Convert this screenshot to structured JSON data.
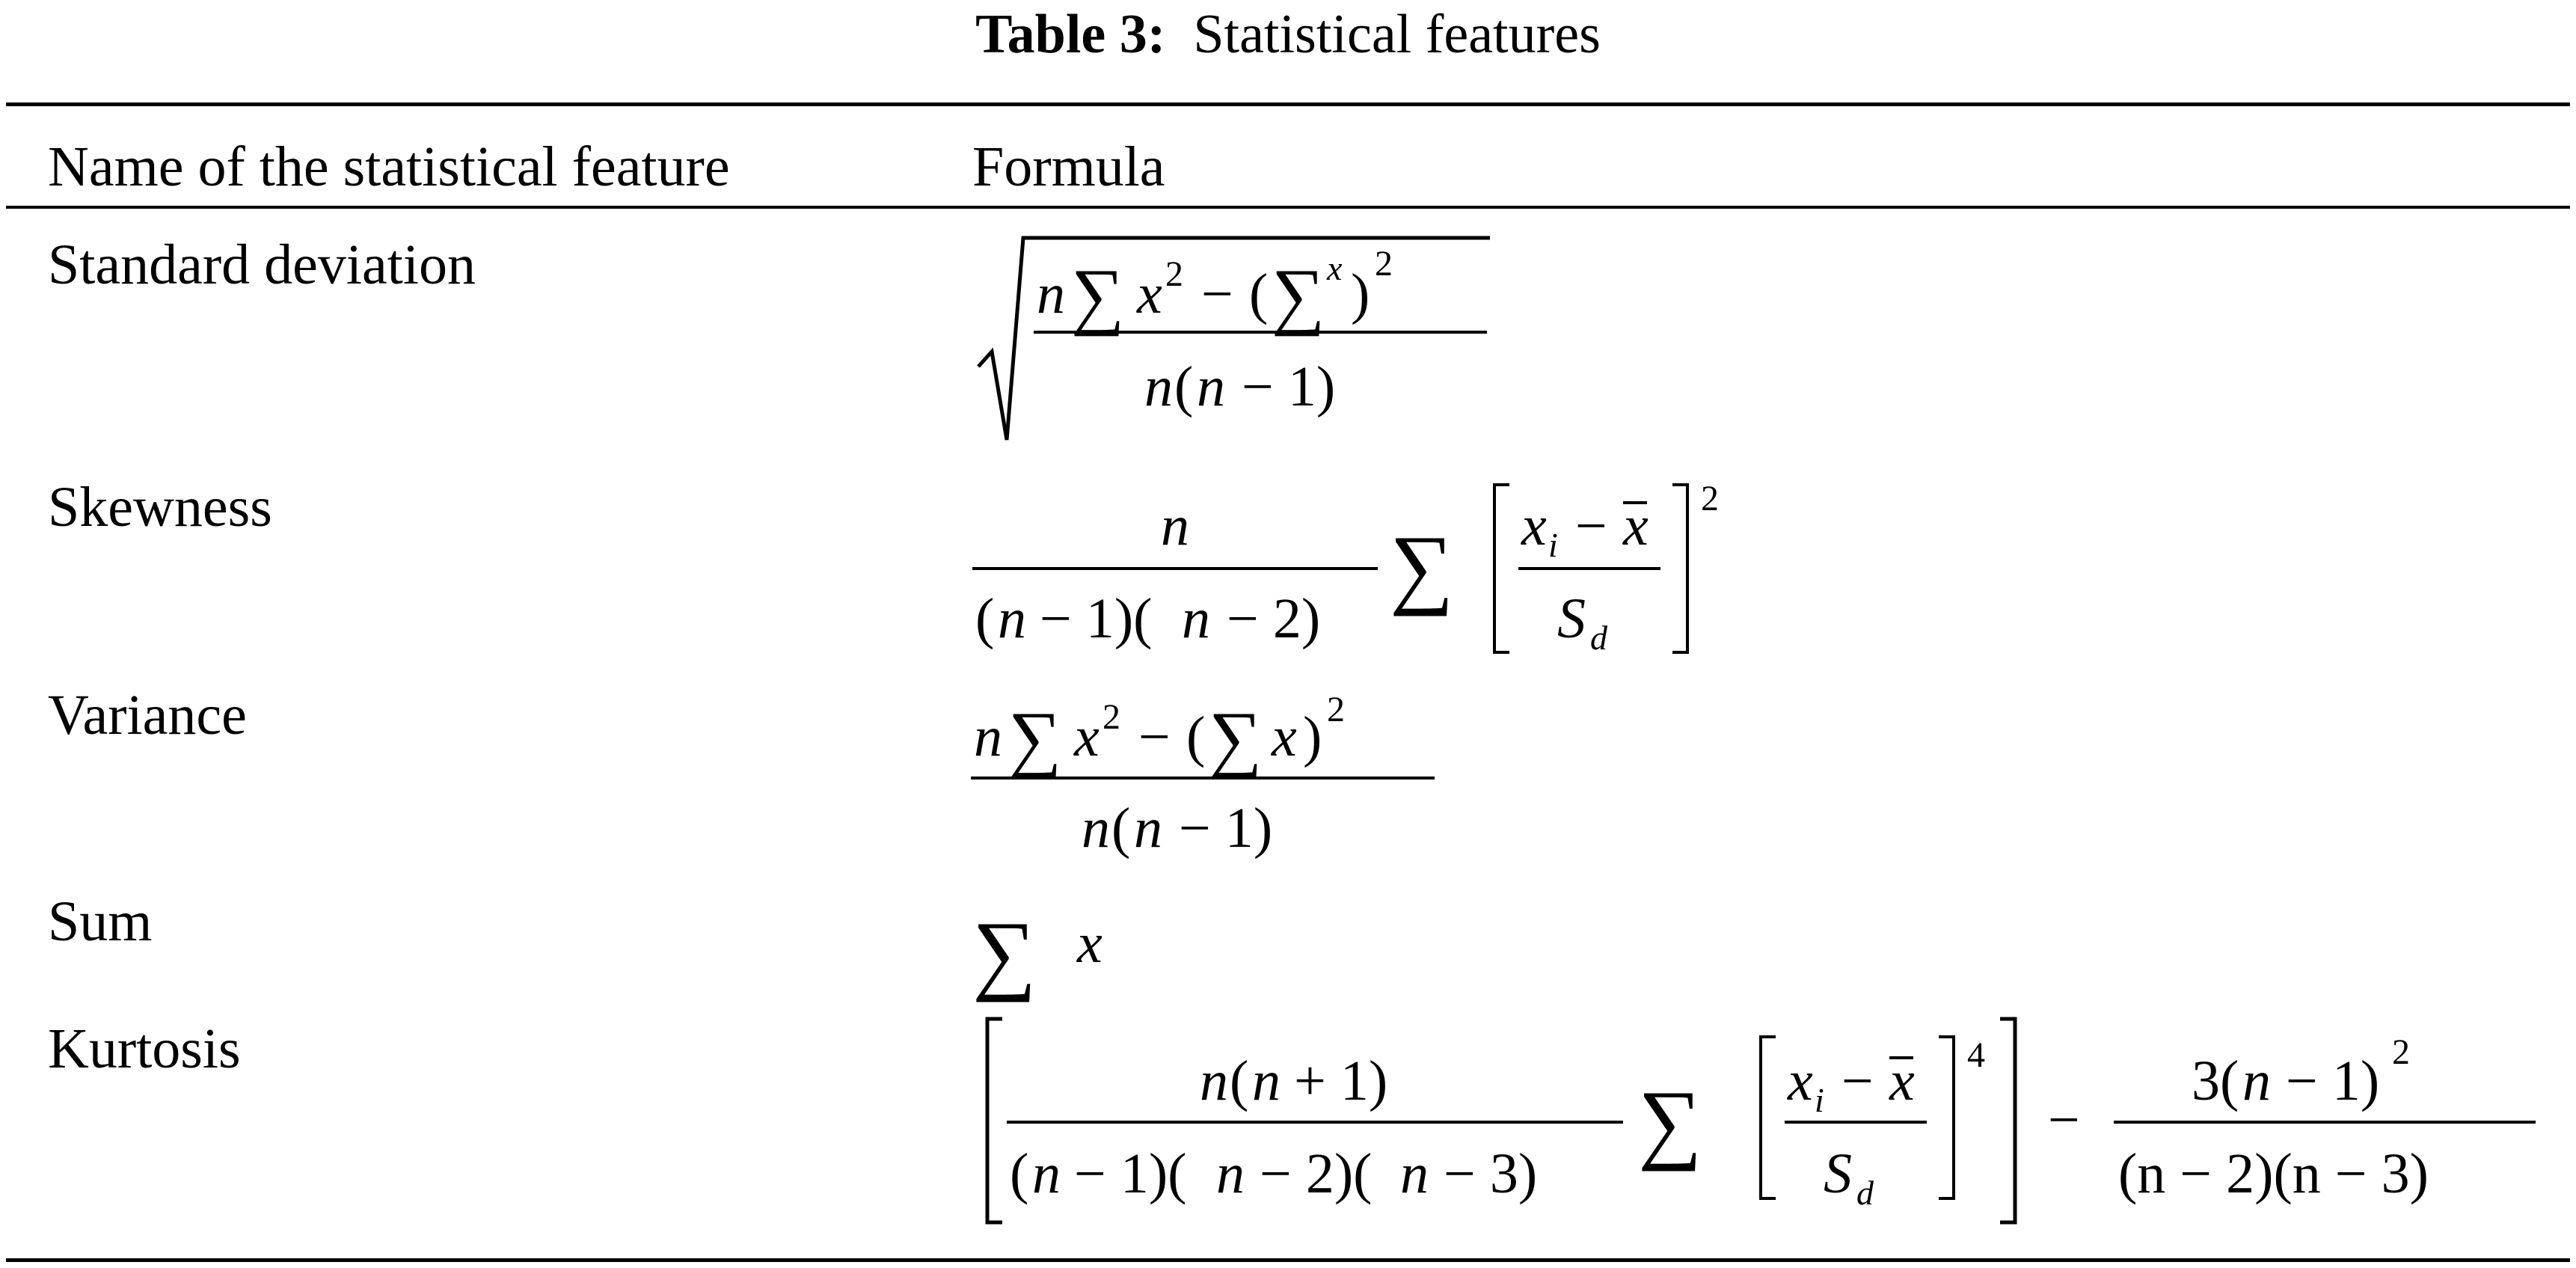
{
  "caption": {
    "label": "Table 3:",
    "title": "Statistical features"
  },
  "table": {
    "headers": {
      "name": "Name of the statistical feature",
      "formula": "Formula"
    },
    "rows": [
      {
        "name": "Standard deviation",
        "formula": "√[(n ∑x² − (∑x)²) / (n(n − 1))]"
      },
      {
        "name": "Skewness",
        "formula": "n / ((n − 1)(n − 2)) ∑ [(xᵢ − x̄) / S_d]²"
      },
      {
        "name": "Variance",
        "formula": "(n ∑x² − (∑x)²) / (n(n − 1))"
      },
      {
        "name": "Sum",
        "formula": "∑x"
      },
      {
        "name": "Kurtosis",
        "formula": "[n(n + 1) / ((n − 1)(n − 2)(n − 3)) ∑ [(xᵢ − x̄) / S_d]⁴] − 3(n − 1)² / ((n − 2)(n − 3))"
      }
    ]
  }
}
